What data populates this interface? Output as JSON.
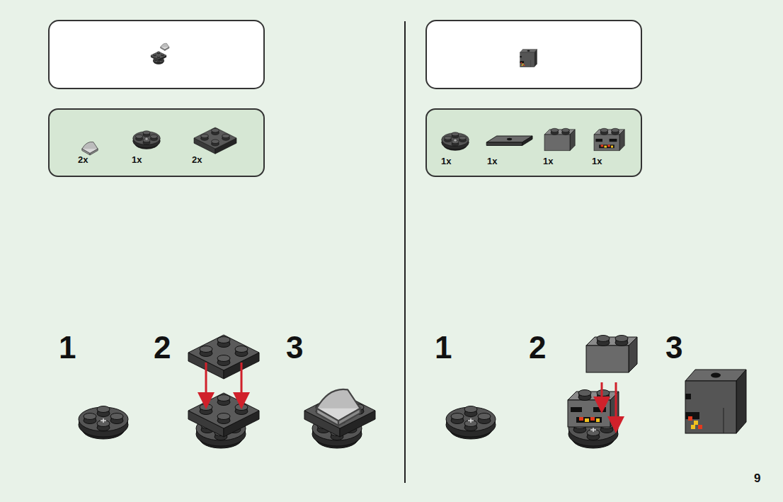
{
  "diagram": {
    "nodes": [
      {
        "text": [
          "2x",
          "1x",
          "2x"
        ]
      },
      {
        "text": [
          "1x",
          "1x",
          "1x",
          "1x"
        ]
      }
    ],
    "labels": [
      "1",
      "2",
      "3",
      "1",
      "2",
      "3",
      "9"
    ]
  }
}
